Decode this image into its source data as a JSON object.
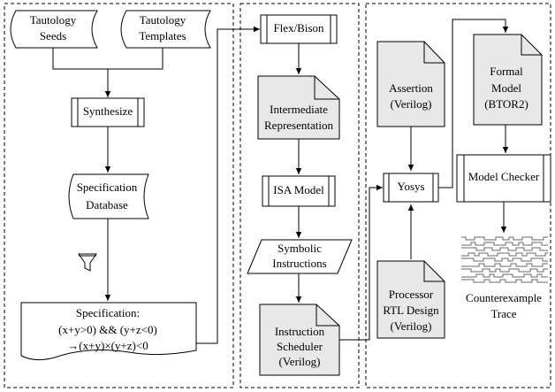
{
  "nodes": {
    "tautology_seeds": [
      "Tautology",
      "Seeds"
    ],
    "tautology_templates": [
      "Tautology",
      "Templates"
    ],
    "synthesize": "Synthesize",
    "spec_database": [
      "Specification",
      "Database"
    ],
    "specification": {
      "title": "Specification:",
      "line1": "(x+y>0) && (y+z<0)",
      "line2": "→(x+y)×(y+z)<0"
    },
    "flex_bison": "Flex/Bison",
    "intermediate_rep": [
      "Intermediate",
      "Representation"
    ],
    "isa_model": "ISA Model",
    "symbolic_instructions": [
      "Symbolic",
      "Instructions"
    ],
    "instruction_scheduler": [
      "Instruction",
      "Scheduler",
      "(Verilog)"
    ],
    "assertion": [
      "Assertion",
      "(Verilog)"
    ],
    "yosys": "Yosys",
    "processor_rtl": [
      "Processor",
      "RTL Design",
      "(Verilog)"
    ],
    "formal_model": [
      "Formal",
      "Model",
      "(BTOR2)"
    ],
    "model_checker": "Model Checker",
    "counterexample_trace": [
      "Counterexample",
      "Trace"
    ]
  },
  "icons": {
    "filter": "funnel-icon",
    "trace": "waveform-icon"
  },
  "colors": {
    "stroke": "#000000",
    "shaded_fill": "#e8e8e8",
    "background": "#ffffff"
  }
}
